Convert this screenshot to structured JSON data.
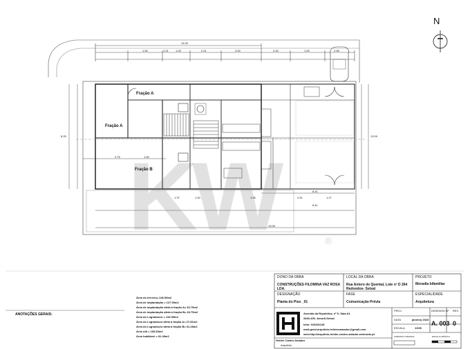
{
  "drawing": {
    "north_letter": "N",
    "watermark_letters": "KW",
    "watermark_reg": "®",
    "rooms": {
      "fracao_a_top": "Fração A",
      "fracao_a_left": "Fração A",
      "fracao_b": "Fração B"
    },
    "dims": {
      "overall_top": "14.00",
      "bottom_13": "13.00",
      "left_side": "8.25",
      "right_side": "13.00",
      "top_chain": [
        "1.50",
        "1.01",
        "1.09",
        "2.01",
        "3.00",
        "2.00",
        "1.00",
        "2.55"
      ],
      "mid": [
        "2.75",
        "1.50",
        "1.37",
        "1.00",
        "1.95",
        "2.51",
        "1.27",
        "6.41",
        "8.41"
      ]
    }
  },
  "annotations": {
    "title": "ANOTAÇÕES GERAIS:"
  },
  "areas": [
    "Área do terreno= 246.59m2",
    "Área de implantação = 127.50m2",
    "Área de implantação afeta à fração A= 63.75m2",
    "Área de implantação afeta à fração B= 63.75m2",
    "Área do Logradouro = 119.09m2",
    "Área do Logradouro afeta à fração A= 27.81m2",
    "Área do Logradouro afeta à fração B= 91.28m2",
    "Área útil = 165.53m2",
    "Área habitável = 81.49m2"
  ],
  "title_block": {
    "dono_label": "DONO DA OBRA",
    "dono_value": "CONSTRUÇÕES FILOMINA VAZ ROSA LDA.",
    "local_label": "LOCAL DA OBRA",
    "local_value": "Rua Antero de Quental, Lote nº D 264 Redondos- Setxal",
    "projeto_label": "PROJETO",
    "projeto_value": "Moradia bifamiliar",
    "designacao_label": "DESIGNAÇÃO",
    "designacao_value": "Planta do Piso _01",
    "fase_label": "FASE",
    "fase_value": "Comunicação Prévia",
    "especialidade_label": "ESPECIALIDADE",
    "especialidade_value": "Arquitetura",
    "address_line1": "Avenida da República, nº 5- Sala A1",
    "address_line2": "2840-400- Amorã-Seixal",
    "phone": "telm: 916301145",
    "email": "mail:geral.arquiteto.heldersamador@gmail.com",
    "web": "web:http://arquiteto-helder-castro-amador.webnode.pt",
    "architect_name": "Helder Castro Amador",
    "architect_role": "Arquiteto",
    "proj_label": "PROJ.",
    "desenho_label": "DESENHO Nº",
    "rev_label": "REV.",
    "data_label": "DATA",
    "data_value": "janeiro| 2023",
    "escala_label": "ESCALA",
    "escala_value": "1/100",
    "drawing_number": "A. 003",
    "revision": "0",
    "formato_label": "FORMATO ORIGINAL",
    "escala_grafica_label": "ESCALA GRÁFICA"
  }
}
